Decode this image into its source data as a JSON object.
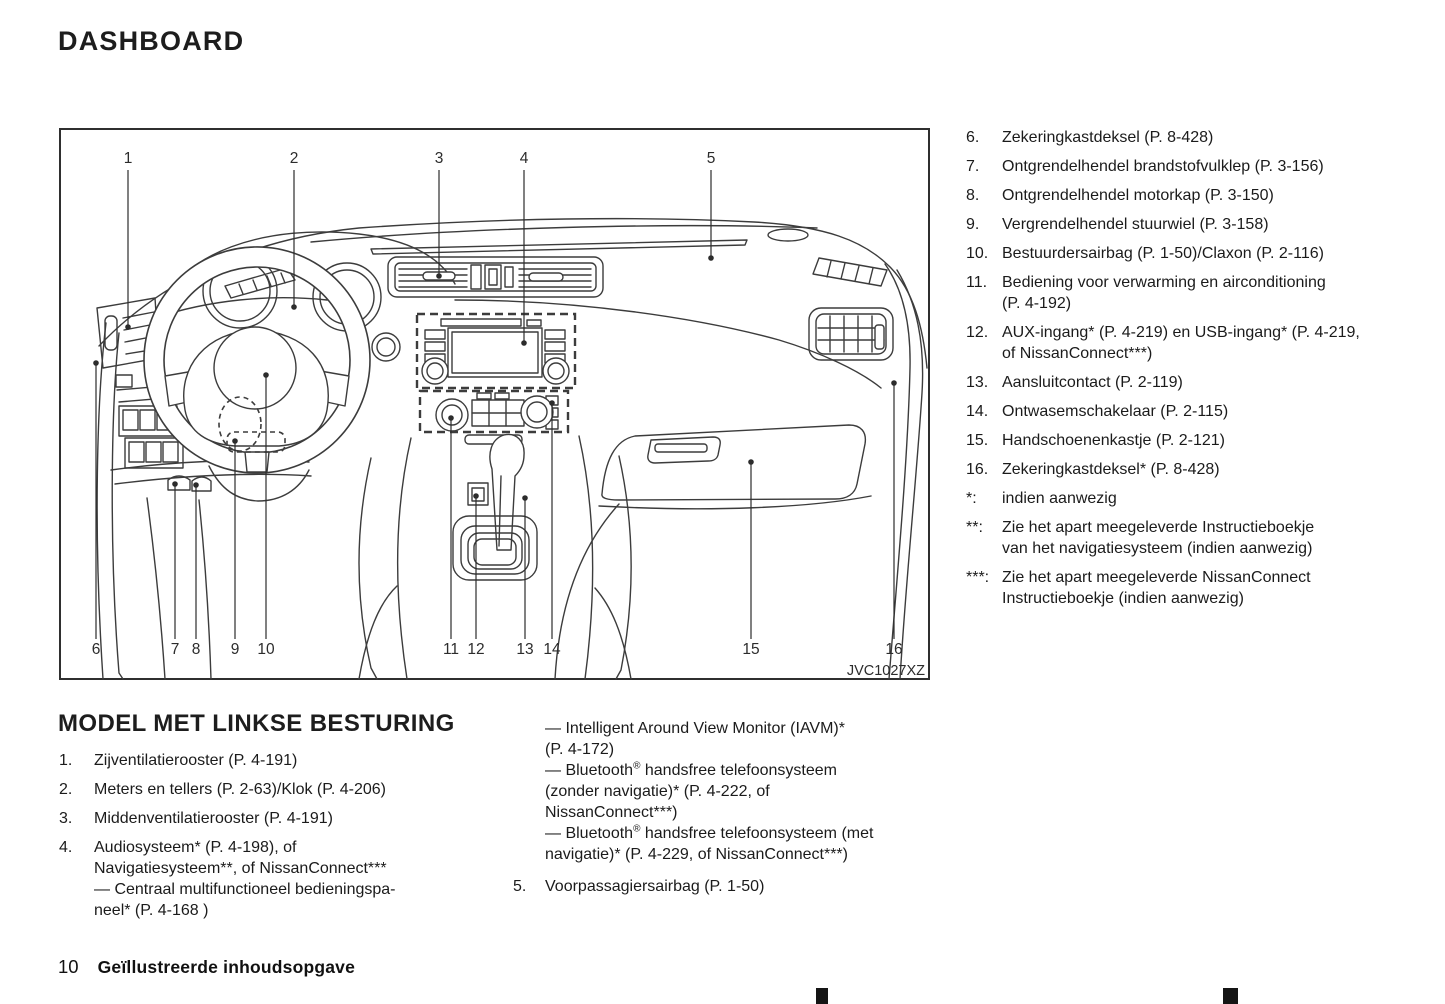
{
  "header": {
    "title": "DASHBOARD"
  },
  "figure": {
    "code": "JVC1027XZ",
    "callouts": [
      "1",
      "2",
      "3",
      "4",
      "5",
      "6",
      "7",
      "8",
      "9",
      "10",
      "11",
      "12",
      "13",
      "14",
      "15",
      "16"
    ]
  },
  "legend_right": {
    "items": [
      {
        "num": "6.",
        "lines": [
          "Zekeringkastdeksel (P. 8-428)"
        ]
      },
      {
        "num": "7.",
        "lines": [
          "Ontgrendelhendel brandstofvulklep (P. 3-156)"
        ]
      },
      {
        "num": "8.",
        "lines": [
          "Ontgrendelhendel motorkap (P. 3-150)"
        ]
      },
      {
        "num": "9.",
        "lines": [
          "Vergrendelhendel stuurwiel (P. 3-158)"
        ]
      },
      {
        "num": "10.",
        "lines": [
          "Bestuurdersairbag (P. 1-50)/Claxon (P. 2-116)"
        ]
      },
      {
        "num": "11.",
        "lines": [
          "Bediening voor verwarming en airconditioning",
          "(P. 4-192)"
        ]
      },
      {
        "num": "12.",
        "lines": [
          "AUX-ingang* (P. 4-219) en USB-ingang* (P. 4-219,",
          "of NissanConnect***)"
        ]
      },
      {
        "num": "13.",
        "lines": [
          "Aansluitcontact (P. 2-119)"
        ]
      },
      {
        "num": "14.",
        "lines": [
          "Ontwasemschakelaar (P. 2-115)"
        ]
      },
      {
        "num": "15.",
        "lines": [
          "Handschoenenkastje (P. 2-121)"
        ]
      },
      {
        "num": "16.",
        "lines": [
          "Zekeringkastdeksel* (P. 8-428)"
        ]
      },
      {
        "num": "*:",
        "lines": [
          "indien aanwezig"
        ]
      },
      {
        "num": "**:",
        "lines": [
          "Zie het apart meegeleverde Instructieboekje",
          "van het navigatiesysteem (indien aanwezig)"
        ]
      },
      {
        "num": "***:",
        "lines": [
          "Zie het apart meegeleverde NissanConnect",
          "Instructieboekje (indien aanwezig)"
        ]
      }
    ]
  },
  "bottom_section": {
    "heading": "MODEL MET LINKSE BESTURING",
    "left_items": [
      {
        "num": "1.",
        "lines": [
          "Zijventilatierooster (P. 4-191)"
        ]
      },
      {
        "num": "2.",
        "lines": [
          "Meters en tellers (P. 2-63)/Klok (P. 4-206)"
        ]
      },
      {
        "num": "3.",
        "lines": [
          "Middenventilatierooster (P. 4-191)"
        ]
      },
      {
        "num": "4.",
        "lines": [
          "Audiosysteem* (P. 4-198), of",
          "Navigatiesysteem**, of NissanConnect***",
          "— Centraal multifunctioneel bedieningspa-",
          "neel* (P. 4-168 )"
        ]
      }
    ],
    "middle_items": [
      {
        "num": "",
        "lines": [
          "— Intelligent Around View Monitor (IAVM)*",
          "(P. 4-172)",
          "— Bluetooth® handsfree telefoonsysteem",
          "(zonder navigatie)* (P. 4-222, of",
          "NissanConnect***)",
          "— Bluetooth® handsfree telefoonsysteem (met",
          "navigatie)* (P. 4-229, of NissanConnect***)"
        ]
      },
      {
        "num": "5.",
        "lines": [
          "Voorpassagiersairbag (P. 1-50)"
        ]
      }
    ]
  },
  "footer": {
    "page_number": "10",
    "section_title": "Geïllustreerde inhoudsopgave"
  }
}
